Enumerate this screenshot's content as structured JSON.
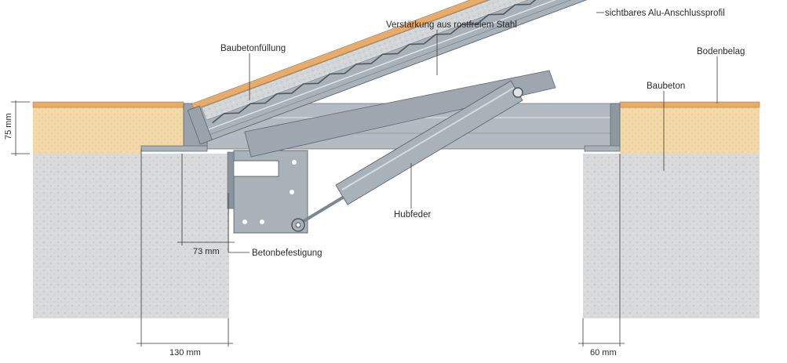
{
  "labels": {
    "alu_profile": "sichtbares Alu-Anschlussprofil",
    "steel": "Verstärkung aus rostfreiem Stahl",
    "concrete_fill": "Baubetonfüllung",
    "floor_covering": "Bodenbelag",
    "concrete": "Baubeton",
    "spring": "Hubfeder",
    "fastening": "Betonbefestigung"
  },
  "dimensions": {
    "height": "75 mm",
    "d73": "73 mm",
    "d130": "130 mm",
    "d60": "60 mm"
  },
  "colors": {
    "floor": "#e8ac6a",
    "screed": "#f3d9a8",
    "concrete": "#d9dadb",
    "steel": "#a9b1b9",
    "steel_dark": "#7d8790",
    "fill": "#cfd2d4"
  }
}
